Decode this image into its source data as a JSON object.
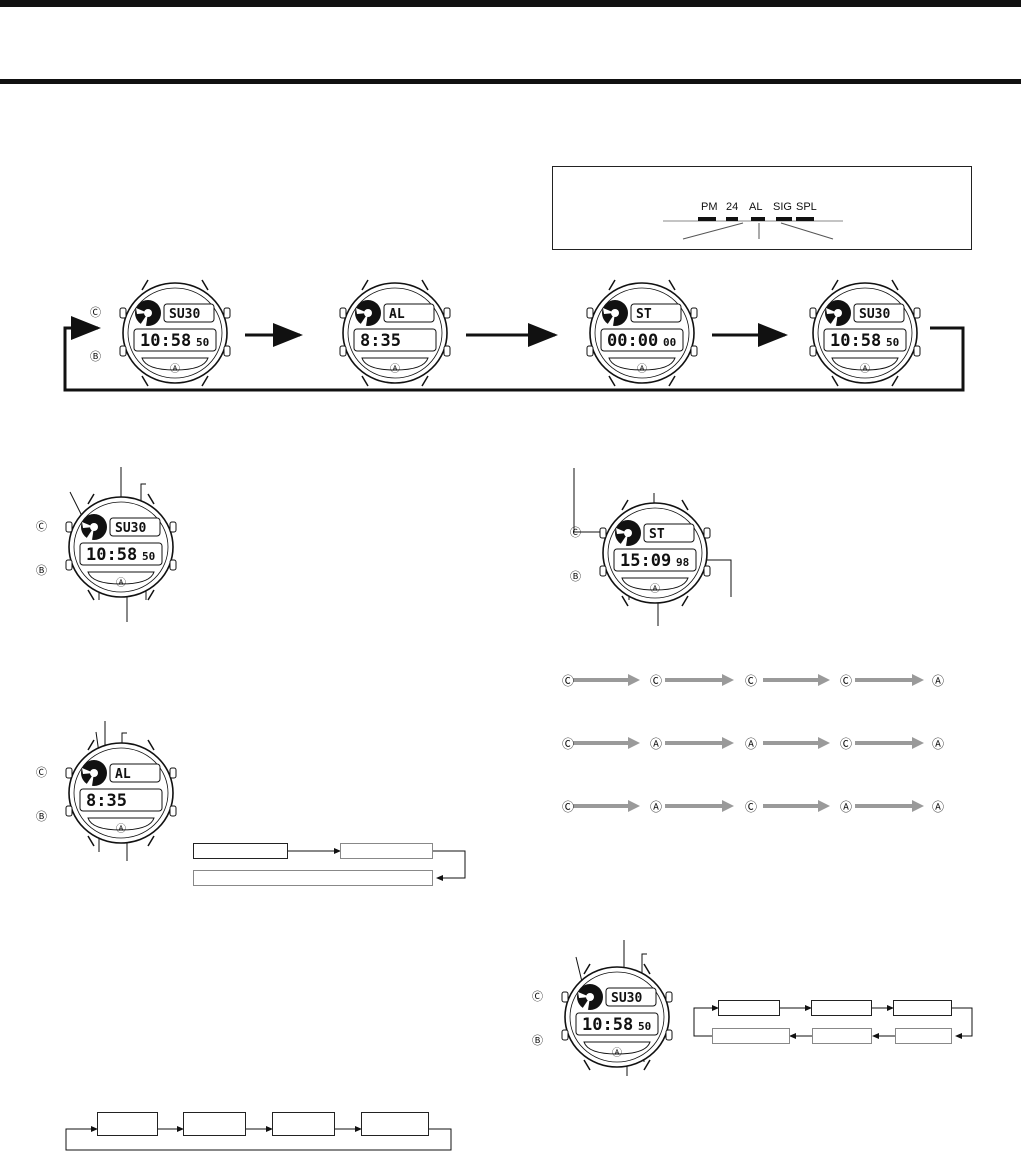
{
  "indicator_strip": {
    "labels": [
      "PM",
      "24",
      "AL",
      "SIG",
      "SPL"
    ]
  },
  "buttons": {
    "a": "Ⓐ",
    "b": "Ⓑ",
    "c": "Ⓒ"
  },
  "mode_cycle": [
    {
      "top": "SU30",
      "main": "10:58",
      "sec": "50"
    },
    {
      "top": "AL",
      "main": "8:35",
      "sec": ""
    },
    {
      "top": "ST",
      "main": "00:00",
      "sec": "00"
    },
    {
      "top": "SU30",
      "main": "10:58",
      "sec": "50"
    }
  ],
  "timekeeping_display": {
    "top": "SU30",
    "main": "10:58",
    "sec": "50"
  },
  "alarm_display": {
    "top": "AL",
    "main": "8:35",
    "sec": ""
  },
  "stopwatch_display": {
    "top": "ST",
    "main": "15:09",
    "sec": "98"
  },
  "setting_display": {
    "top": "SU30",
    "main": "10:58",
    "sec": "50"
  },
  "stopwatch_sequences": [
    [
      "Ⓒ",
      "Ⓒ",
      "Ⓒ",
      "Ⓒ",
      "Ⓐ"
    ],
    [
      "Ⓒ",
      "Ⓐ",
      "Ⓐ",
      "Ⓒ",
      "Ⓐ"
    ],
    [
      "Ⓒ",
      "Ⓐ",
      "Ⓒ",
      "Ⓐ",
      "Ⓐ"
    ]
  ],
  "colors": {
    "ink": "#111111",
    "gray_arrow": "#9a9a9a",
    "paper": "#ffffff"
  }
}
